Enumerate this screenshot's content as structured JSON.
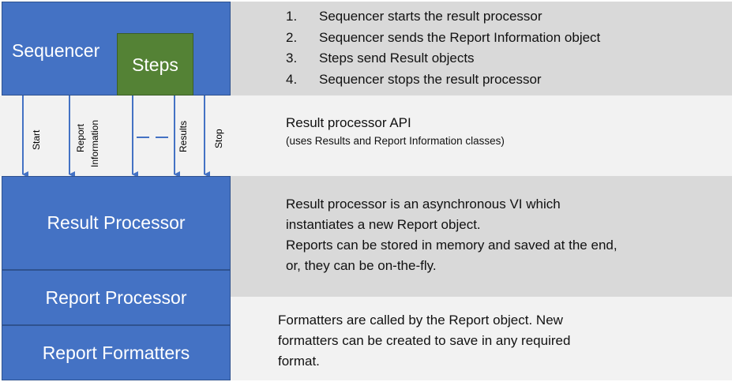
{
  "sequencer": {
    "label": "Sequencer",
    "steps_label": "Steps",
    "actions": [
      {
        "num": "1.",
        "text": "Sequencer starts the result processor"
      },
      {
        "num": "2.",
        "text": "Sequencer sends the Report Information object"
      },
      {
        "num": "3.",
        "text": "Steps send Result objects"
      },
      {
        "num": "4.",
        "text": "Sequencer stops the result processor"
      }
    ]
  },
  "api": {
    "arrows": {
      "start": "Start",
      "report_info_line1": "Report",
      "report_info_line2": "Information",
      "results": "Results",
      "stop": "Stop"
    },
    "title": "Result processor API",
    "subtitle": "(uses Results and Report Information classes)"
  },
  "result_processor": {
    "label": "Result Processor",
    "description_lines": [
      "Result processor is an asynchronous VI which",
      "instantiates a new Report object.",
      "Reports can be stored in memory and saved at the end,",
      "or, they can be on-the-fly."
    ]
  },
  "report_processor": {
    "label": "Report Processor"
  },
  "report_formatters": {
    "label": "Report Formatters",
    "description_lines": [
      "Formatters are called by the Report object. New",
      "formatters can be created to save in any required",
      "format."
    ]
  },
  "colors": {
    "box_blue": "#4472c4",
    "steps_green": "#548235",
    "band_gray": "#d9d9d9",
    "band_light": "#f2f2f2",
    "arrow": "#4472c4"
  }
}
